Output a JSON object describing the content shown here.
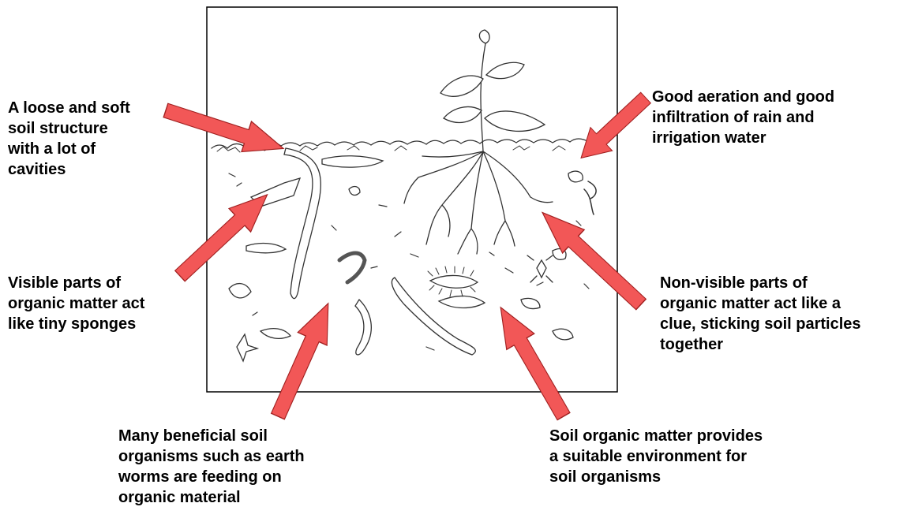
{
  "labels": {
    "loose_soil": "A loose and soft\nsoil structure\nwith a lot of\ncavities",
    "aeration": "Good aeration and good\ninfiltration of rain and\nirrigation water",
    "visible_parts": "Visible parts of\norganic matter act\nlike tiny sponges",
    "non_visible_parts": "Non-visible parts of\norganic matter act like a\nclue, sticking soil particles\ntogether",
    "organisms_feeding": "Many beneficial soil\norganisms such as earth\nworms are feeding on\norganic material",
    "suitable_environment": "Soil organic matter provides\na suitable environment for\nsoil organisms"
  },
  "colors": {
    "arrow_fill": "#f25757",
    "arrow_stroke": "#a02020",
    "line": "#333333"
  }
}
